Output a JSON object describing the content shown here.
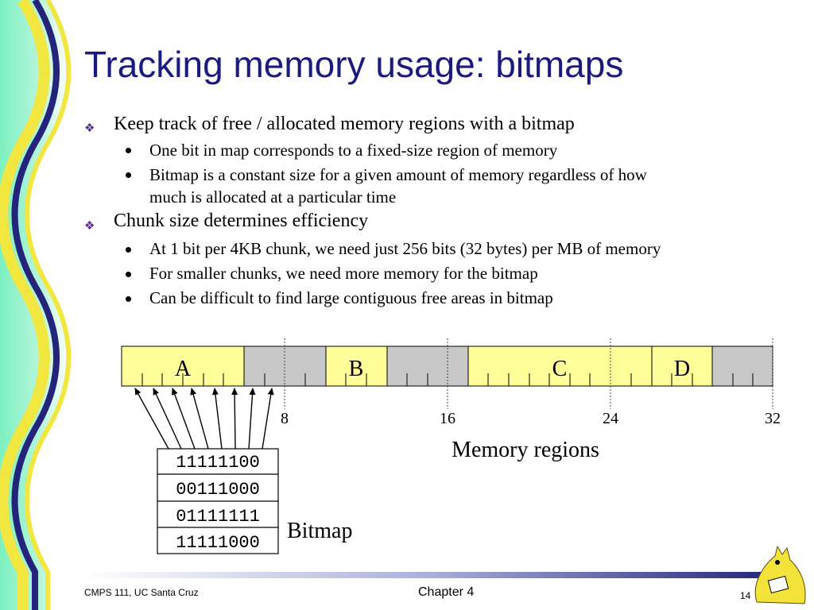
{
  "slide": {
    "title": "Tracking memory usage: bitmaps",
    "bullets": [
      {
        "text": "Keep track of free / allocated memory regions with a bitmap",
        "sub": [
          "One bit in map corresponds to a fixed-size region of memory",
          "Bitmap is a constant size for a given amount of memory regardless of how",
          "much is allocated at a particular time"
        ]
      },
      {
        "text": "Chunk size determines efficiency",
        "sub": [
          "At 1 bit per 4KB chunk, we need just 256 bits (32 bytes) per MB of memory",
          "For smaller chunks, we need more memory for the bitmap",
          "Can be difficult to find large contiguous free areas in bitmap"
        ]
      }
    ]
  },
  "diagram": {
    "segment_labels": [
      "A",
      "B",
      "C",
      "D"
    ],
    "tick_labels": [
      "8",
      "16",
      "24",
      "32"
    ],
    "memory_caption": "Memory regions",
    "bitmap_rows": [
      "11111100",
      "00111000",
      "01111111",
      "11111000"
    ],
    "bitmap_caption": "Bitmap",
    "colors": {
      "allocated": "#ffff99",
      "free": "#c8c8c8"
    }
  },
  "footer": {
    "left": "CMPS 111, UC Santa Cruz",
    "center": "Chapter 4",
    "page": "14"
  }
}
